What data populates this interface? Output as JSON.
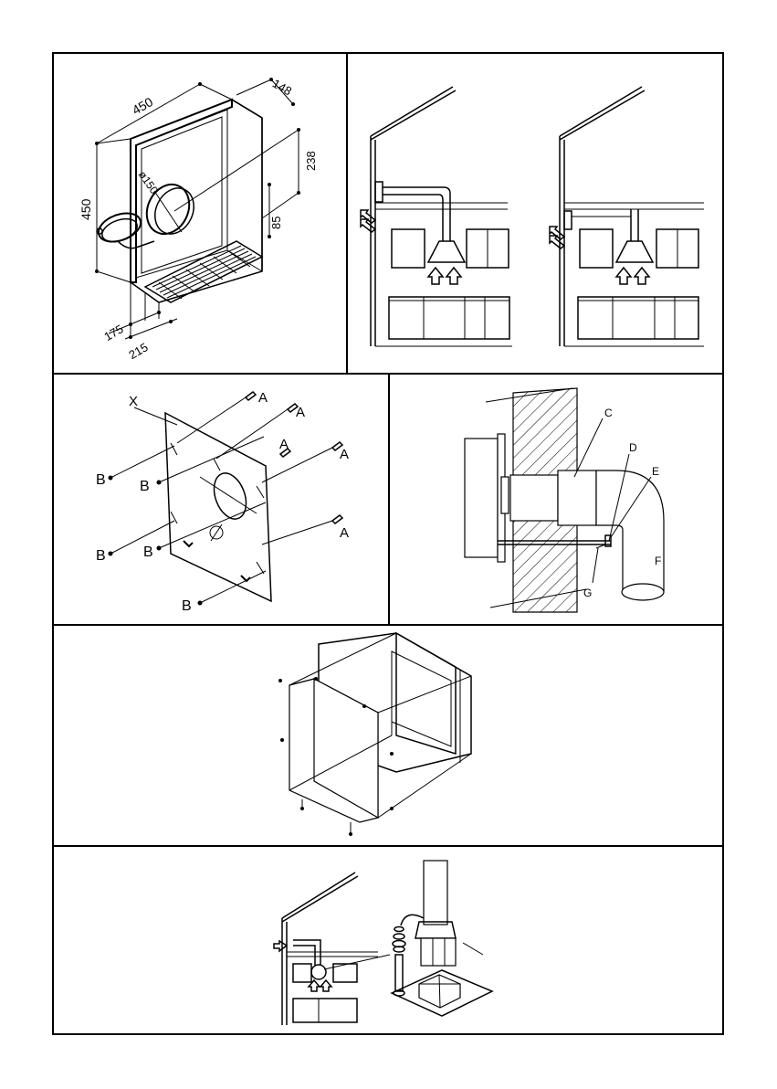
{
  "fig1": {
    "dim_width": "450",
    "dim_height": "450",
    "dim_depth": "148",
    "dim_238": "238",
    "dim_85": "85",
    "dim_diameter": "ø150",
    "dim_175": "175",
    "dim_215": "215"
  },
  "fig3": {
    "label_x": "X",
    "label_a": "A",
    "label_b": "B"
  },
  "fig4": {
    "label_c": "C",
    "label_d": "D",
    "label_e": "E",
    "label_f": "F",
    "label_g": "G"
  },
  "colors": {
    "ink": "#000000",
    "paper": "#ffffff"
  }
}
